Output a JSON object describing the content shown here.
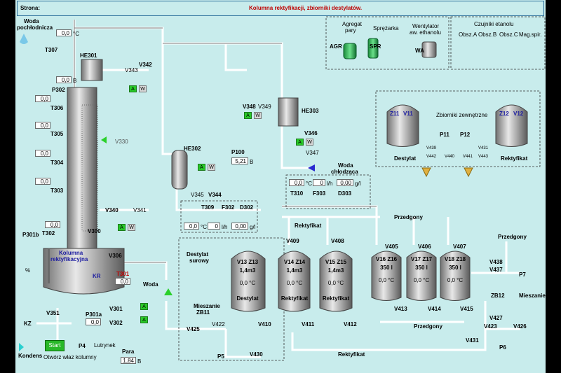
{
  "header": {
    "page_label": "Strona:",
    "title": "Kolumna rektyfikacji, zbiorniki destylatów."
  },
  "top_left": {
    "water_label": "Woda",
    "water_label2": "pochłodnicza",
    "water_temp": "0,0",
    "unit_c": "°C",
    "t307": "T307",
    "he301": "HE301",
    "p302": "P302",
    "p302_val": "0,0",
    "unit_b": "B"
  },
  "column": {
    "t306": "T306",
    "t305": "T305",
    "t304": "T304",
    "t303": "T303",
    "t302": "T302",
    "t306_val": "0,0",
    "t305_val": "0,0",
    "t304_val": "0,0",
    "t303_val": "0,0",
    "t302_val": "0,0",
    "p301b": "P301b",
    "v300": "V300",
    "v330": "V330",
    "name1": "Kolumna",
    "name2": "rektyfikacyjna",
    "kr": "KR",
    "kz": "KZ",
    "v351": "V351",
    "pct": "%",
    "kondens": "Kondens",
    "t301": "T301",
    "t301_val": "0,0",
    "v306": "V306",
    "woda": "Woda",
    "p301a": "P301a",
    "p301a_val": "0,0",
    "v301": "V301",
    "v302": "V302",
    "p4": "P4",
    "start": "Start",
    "lutrynek": "Lutrynek",
    "open_label": "Otwórz właz kolumny",
    "para": "Para",
    "para_val": "1,84"
  },
  "valves": {
    "v342": "V342",
    "v343": "V343",
    "v340": "V340",
    "v341": "V341",
    "v348": "V348",
    "v349": "V349",
    "v346": "V346",
    "v347": "V347",
    "v345": "V345",
    "v344": "V344",
    "he302": "HE302",
    "he303": "HE303",
    "p100": "P100",
    "p100_val": "5,21",
    "woda_chl1": "Woda",
    "woda_chl2": "chłodząca"
  },
  "flow1": {
    "t309": "T309",
    "f302": "F302",
    "d302": "D302",
    "temp": "0,0",
    "flow": "0",
    "dens": "0,00",
    "unit_c": "°C",
    "unit_flow": "l/h",
    "unit_dens": "g/l"
  },
  "flow2": {
    "t310": "T310",
    "f303": "F303",
    "d303": "D303",
    "temp": "0,0",
    "flow": "0",
    "dens": "0,00",
    "unit_c": "°C",
    "unit_flow": "l/h",
    "unit_dens": "g/l"
  },
  "equipment": {
    "agregat1": "Agregat",
    "agregat2": "pary",
    "agr": "AGR",
    "sprezarka": "Sprężarka",
    "spr": "SPR",
    "went1": "Wentylator",
    "went2": "aw. ethanolu",
    "wa": "WA",
    "czujniki": "Czujniki etanolu",
    "obsa": "Obsz.A",
    "obsb": "Obsz.B",
    "obsc": "Obsz.C",
    "mag": "Mag.spir."
  },
  "external": {
    "title": "Zbiorniki zewnętrzne",
    "z11": "Z11",
    "v11": "V11",
    "z12": "Z12",
    "v12": "V12",
    "destylat": "Destylat",
    "rektyfikat": "Rektyfikat",
    "p11": "P11",
    "p12": "P12",
    "v439": "V439",
    "v440": "V440",
    "v441": "V441",
    "v442": "V442",
    "v431": "V431",
    "v443": "V443"
  },
  "tanks": [
    {
      "id": "Z13",
      "v": "V13",
      "vol": "1,4m3",
      "temp": "0,0",
      "label": "Destylat"
    },
    {
      "id": "Z14",
      "v": "V14",
      "vol": "1,4m3",
      "temp": "0,0",
      "label": "Rektyfikat"
    },
    {
      "id": "Z15",
      "v": "V15",
      "vol": "1,4m3",
      "temp": "0,0",
      "label": "Rektyfikat"
    },
    {
      "id": "Z16",
      "v": "V16",
      "vol": "350 l",
      "temp": "0,0",
      "label": ""
    },
    {
      "id": "Z17",
      "v": "V17",
      "vol": "350 l",
      "temp": "0,0",
      "label": ""
    },
    {
      "id": "Z18",
      "v": "V18",
      "vol": "350 l",
      "temp": "0,0",
      "label": ""
    }
  ],
  "lower": {
    "rektyfikat": "Rektyfikat",
    "przedgony": "Przedgony",
    "v409": "V409",
    "v408": "V408",
    "v405": "V405",
    "v406": "V406",
    "v407": "V407",
    "v413": "V413",
    "v414": "V414",
    "v415": "V415",
    "v410": "V410",
    "v411": "V411",
    "v412": "V412",
    "destylat1": "Destylat",
    "destylat2": "surowy",
    "mieszanie": "Mieszanie",
    "zb11": "ZB11",
    "v422": "V422",
    "v425": "V425",
    "p5": "P5",
    "v430": "V430",
    "przedgony_bottom": "Przedgony",
    "rektyfikat_bottom": "Rektyfikat",
    "v431": "V431",
    "p6": "P6",
    "v423": "V423",
    "v426": "V426",
    "v427": "V427",
    "zb12": "ZB12",
    "mieszanie2": "Mieszanie",
    "przedgony_r": "Przedgony",
    "v438": "V438",
    "v437": "V437",
    "p7": "P7",
    "pct": "%",
    "cunit": "°C"
  }
}
